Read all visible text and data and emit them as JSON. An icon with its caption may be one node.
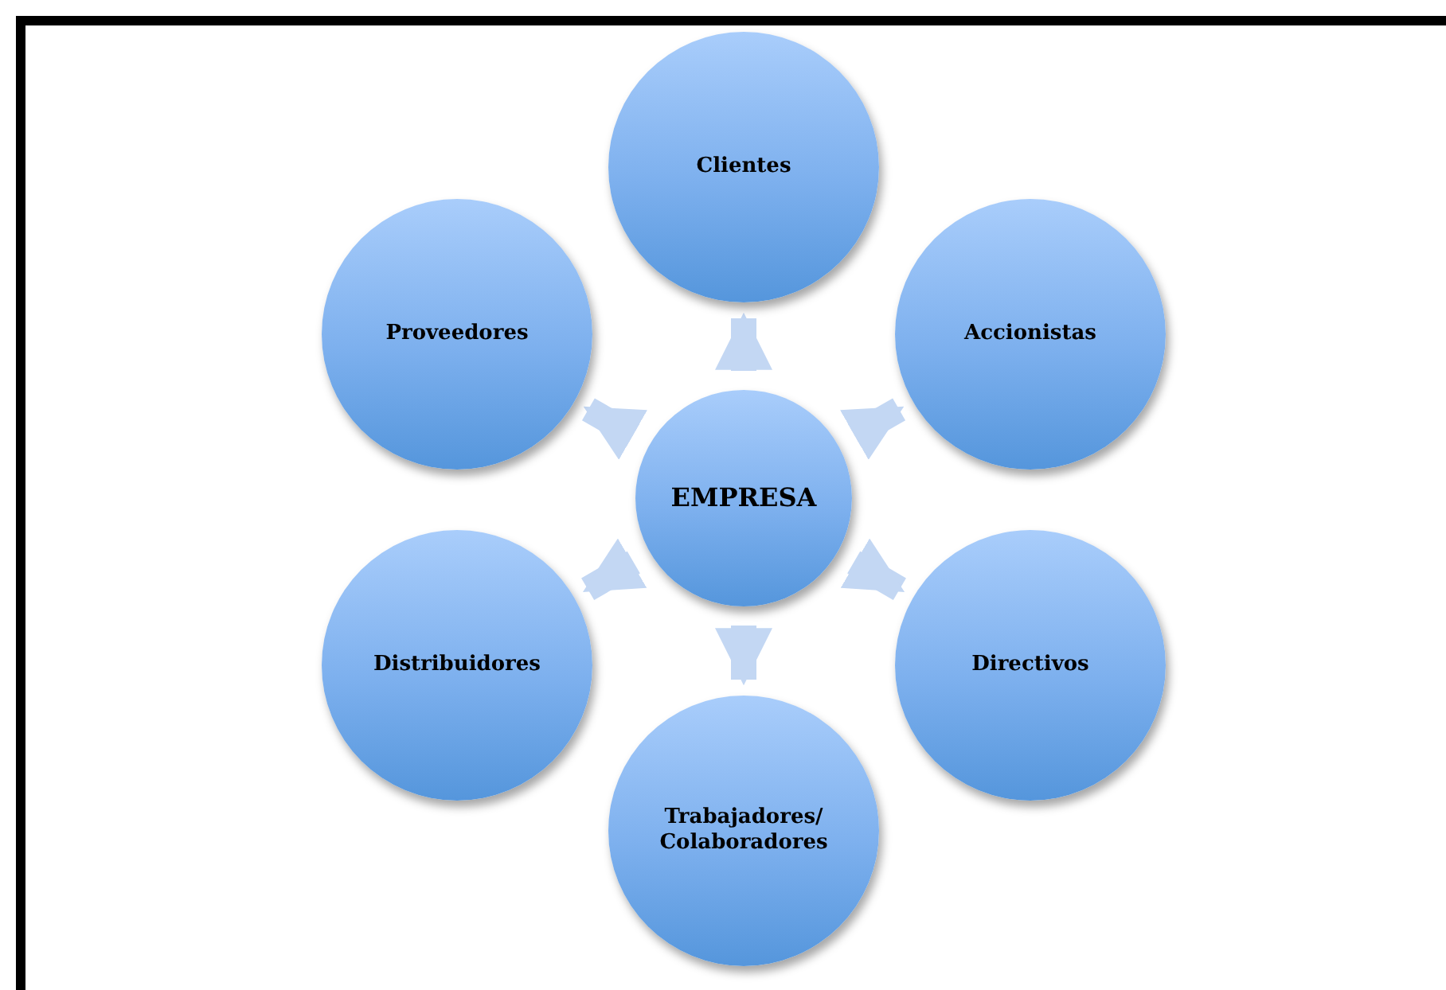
{
  "diagram": {
    "nodes": [
      {
        "text": [
          "EMPRESA"
        ]
      },
      {
        "text": [
          "Clientes"
        ]
      },
      {
        "text": [
          "Proveedores"
        ]
      },
      {
        "text": [
          "Accionistas"
        ]
      },
      {
        "text": [
          "Distribuidores"
        ]
      },
      {
        "text": [
          "Directivos"
        ]
      },
      {
        "text": [
          "Trabajadores/ Colaboradores"
        ]
      }
    ],
    "edges": [
      {
        "from": 0,
        "to": 1,
        "arrow": "to"
      },
      {
        "from": 0,
        "to": 3,
        "arrow": "to"
      },
      {
        "from": 0,
        "to": 5,
        "arrow": "to"
      },
      {
        "from": 0,
        "to": 6,
        "arrow": "to"
      },
      {
        "from": 0,
        "to": 4,
        "arrow": "to"
      },
      {
        "from": 0,
        "to": 2,
        "arrow": "to"
      }
    ]
  }
}
